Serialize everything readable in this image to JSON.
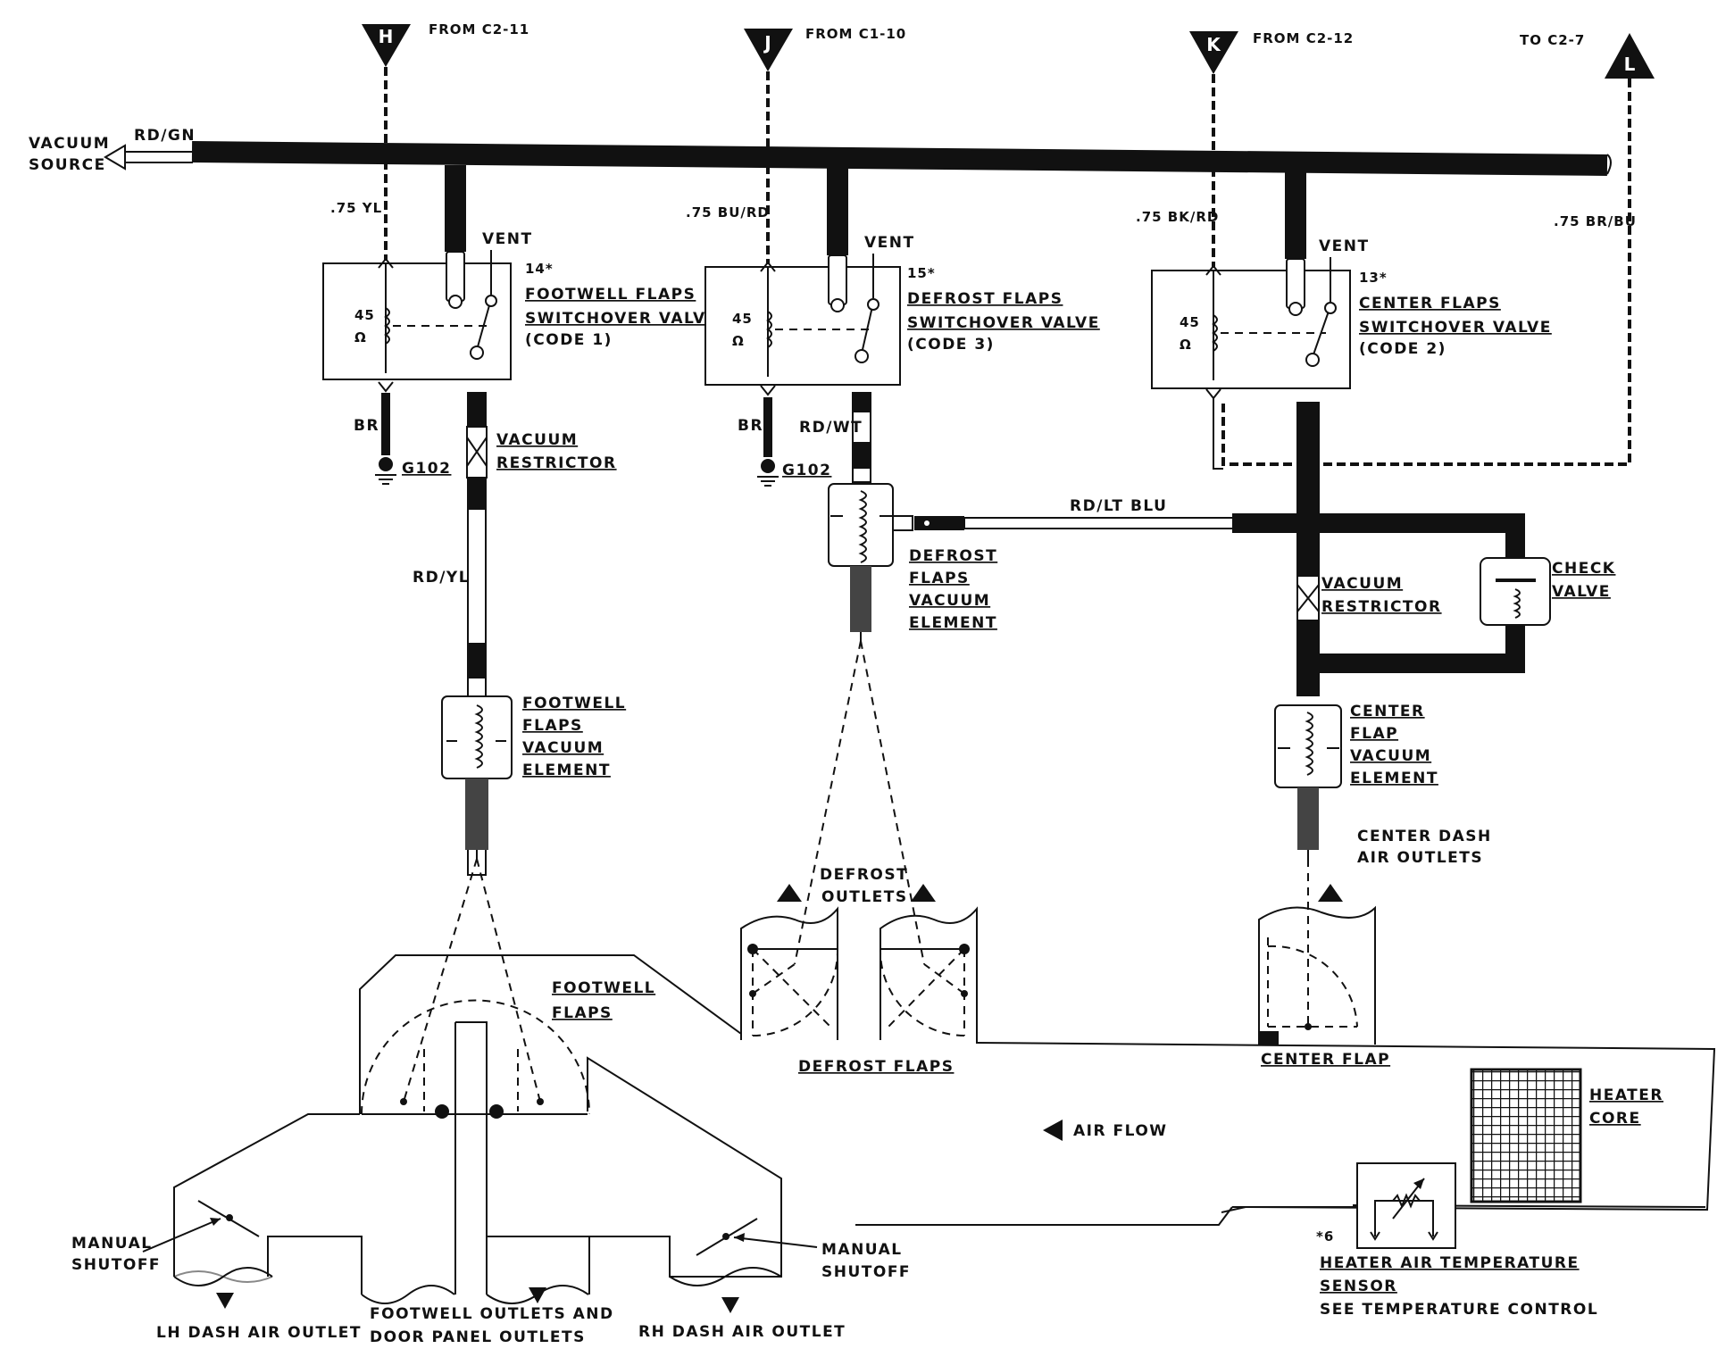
{
  "connectors": {
    "h": {
      "letter": "H",
      "from": "FROM C2-11"
    },
    "j": {
      "letter": "J",
      "from": "FROM C1-10"
    },
    "k": {
      "letter": "K",
      "from": "FROM C2-12"
    },
    "l": {
      "letter": "L",
      "to": "TO C2-7"
    }
  },
  "vacuum_source": {
    "line1": "VACUUM",
    "line2": "SOURCE",
    "wire": "RD/GN"
  },
  "valves": {
    "footwell": {
      "wire": ".75 YL",
      "vent": "VENT",
      "num": "14*",
      "name1": "FOOTWELL FLAPS",
      "name2": "SWITCHOVER VALVE",
      "code": "(CODE 1)",
      "ohm_val": "45",
      "ohm_sym": "Ω",
      "ground_wire": "BR",
      "ground": "G102"
    },
    "defrost": {
      "wire": ".75 BU/RD",
      "vent": "VENT",
      "num": "15*",
      "name1": "DEFROST FLAPS",
      "name2": "SWITCHOVER VALVE",
      "code": "(CODE 3)",
      "ohm_val": "45",
      "ohm_sym": "Ω",
      "ground_wire": "BR",
      "ground": "G102",
      "out_hose": "RD/WT"
    },
    "center": {
      "wire": ".75 BK/RD",
      "vent": "VENT",
      "num": "13*",
      "name1": "CENTER FLAPS",
      "name2": "SWITCHOVER VALVE",
      "code": "(CODE 2)",
      "ohm_val": "45",
      "ohm_sym": "Ω"
    }
  },
  "wire_l": ".75 BR/BU",
  "restrictor_left": {
    "line1": "VACUUM",
    "line2": "RESTRICTOR"
  },
  "restrictor_right": {
    "line1": "VACUUM",
    "line2": "RESTRICTOR"
  },
  "hose_left": "RD/YL",
  "hose_mid": "RD/LT BLU",
  "check_valve": {
    "line1": "CHECK",
    "line2": "VALVE"
  },
  "elements": {
    "footwell": [
      "FOOTWELL",
      "FLAPS",
      "VACUUM",
      "ELEMENT"
    ],
    "defrost": [
      "DEFROST",
      "FLAPS",
      "VACUUM",
      "ELEMENT"
    ],
    "center": [
      "CENTER",
      "FLAP",
      "VACUUM",
      "ELEMENT"
    ]
  },
  "duct": {
    "defrost_outlets": [
      "DEFROST",
      "OUTLETS"
    ],
    "center_outlets": [
      "CENTER DASH",
      "AIR OUTLETS"
    ],
    "footwell_flaps": [
      "FOOTWELL",
      "FLAPS"
    ],
    "defrost_flaps": "DEFROST FLAPS",
    "center_flap": "CENTER FLAP",
    "air_flow": "AIR FLOW",
    "heater_core": [
      "HEATER",
      "CORE"
    ],
    "manual_left": [
      "MANUAL",
      "SHUTOFF"
    ],
    "manual_right": [
      "MANUAL",
      "SHUTOFF"
    ],
    "lh_outlet": "LH DASH AIR OUTLET",
    "footwell_outlets": [
      "FOOTWELL OUTLETS AND",
      "DOOR PANEL OUTLETS"
    ],
    "rh_outlet": "RH DASH AIR OUTLET",
    "sensor": {
      "num": "*6",
      "line1": "HEATER AIR TEMPERATURE",
      "line2": "SENSOR",
      "line3": "SEE TEMPERATURE CONTROL"
    }
  }
}
